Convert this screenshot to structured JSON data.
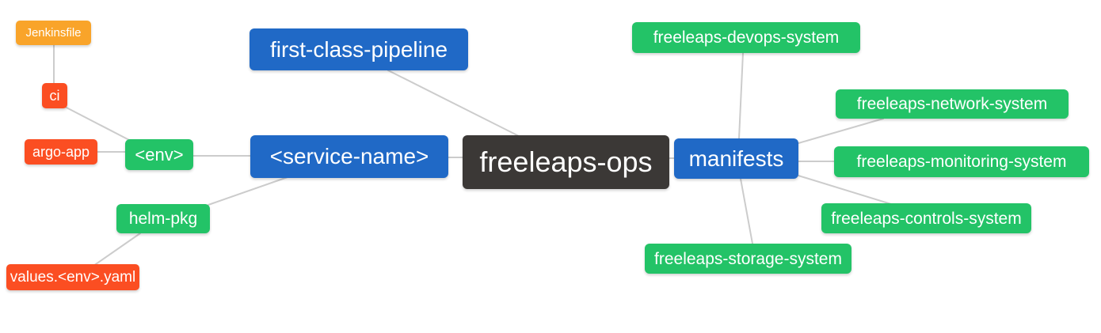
{
  "diagram": {
    "type": "mindmap",
    "colors": {
      "root_node": "#3b3836",
      "branch_node": "#2069c6",
      "leaf_green": "#23c367",
      "leaf_red": "#fb4e22",
      "leaf_amber": "#f9a42a",
      "edge": "#cccccc",
      "background": "#ffffff",
      "text": "#ffffff"
    },
    "edges": [
      {
        "from": "jenkinsfile",
        "to": "ci"
      },
      {
        "from": "ci",
        "to": "env"
      },
      {
        "from": "argo_app",
        "to": "env"
      },
      {
        "from": "env",
        "to": "service_name"
      },
      {
        "from": "helm_pkg",
        "to": "service_name"
      },
      {
        "from": "values_env_yaml",
        "to": "helm_pkg"
      },
      {
        "from": "first_class_pipeline",
        "to": "root"
      },
      {
        "from": "service_name",
        "to": "root"
      },
      {
        "from": "root",
        "to": "manifests"
      },
      {
        "from": "manifests",
        "to": "devops_system"
      },
      {
        "from": "manifests",
        "to": "network_system"
      },
      {
        "from": "manifests",
        "to": "monitoring_system"
      },
      {
        "from": "manifests",
        "to": "controls_system"
      },
      {
        "from": "manifests",
        "to": "storage_system"
      }
    ]
  },
  "nodes": {
    "root": {
      "label": "freeleaps-ops"
    },
    "first_class_pipeline": {
      "label": "first-class-pipeline"
    },
    "service_name": {
      "label": "<service-name>"
    },
    "manifests": {
      "label": "manifests"
    },
    "env": {
      "label": "<env>"
    },
    "argo_app": {
      "label": "argo-app"
    },
    "ci": {
      "label": "ci"
    },
    "jenkinsfile": {
      "label": "Jenkinsfile"
    },
    "helm_pkg": {
      "label": "helm-pkg"
    },
    "values_env_yaml": {
      "label": "values.<env>.yaml"
    },
    "devops_system": {
      "label": "freeleaps-devops-system"
    },
    "network_system": {
      "label": "freeleaps-network-system"
    },
    "monitoring_system": {
      "label": "freeleaps-monitoring-system"
    },
    "controls_system": {
      "label": "freeleaps-controls-system"
    },
    "storage_system": {
      "label": "freeleaps-storage-system"
    }
  }
}
